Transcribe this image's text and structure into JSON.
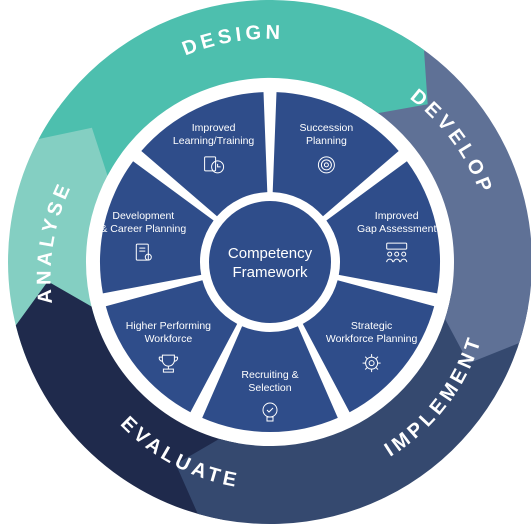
{
  "colors": {
    "design": "#4dbfae",
    "develop": "#5f7196",
    "implement": "#35496f",
    "evaluate": "#1f2a4c",
    "analyse": "#84cfc2",
    "segment": "#2f4d8a",
    "center": "#2f4d8a",
    "gap": "#ffffff"
  },
  "cycle": {
    "design": "DESIGN",
    "develop": "DEVELOP",
    "implement": "IMPLEMENT",
    "evaluate": "EVALUATE",
    "analyse": "ANALYSE"
  },
  "center": {
    "line1": "Competency",
    "line2": "Framework"
  },
  "segments": [
    {
      "line1": "Succession",
      "line2": "Planning",
      "icon": "target-icon"
    },
    {
      "line1": "Improved",
      "line2": "Gap Assessment",
      "icon": "team-icon"
    },
    {
      "line1": "Strategic",
      "line2": "Workforce Planning",
      "icon": "gear-icon"
    },
    {
      "line1": "Recruiting &",
      "line2": "Selection",
      "icon": "lightbulb-icon"
    },
    {
      "line1": "Higher Performing",
      "line2": "Workforce",
      "icon": "trophy-icon"
    },
    {
      "line1": "Development",
      "line2": "& Career Planning",
      "icon": "document-icon"
    },
    {
      "line1": "Improved",
      "line2": "Learning/Training",
      "icon": "clock-icon"
    }
  ]
}
